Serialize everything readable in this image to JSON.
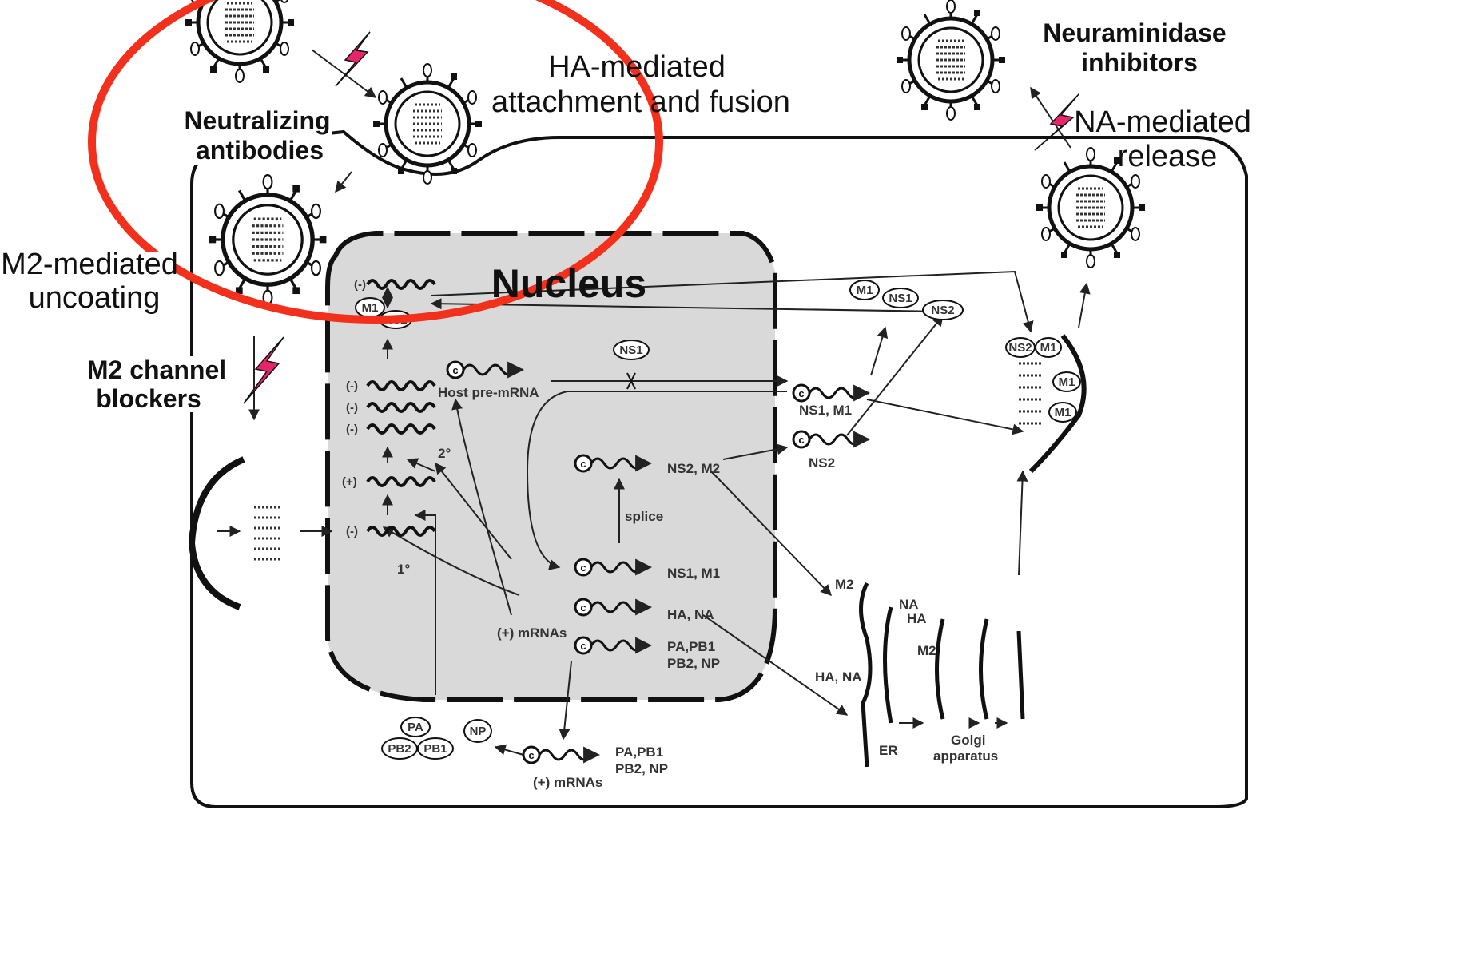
{
  "labels": {
    "ha_attach_1": "HA-mediated",
    "ha_attach_2": "attachment and fusion",
    "neutralizing_1": "Neutralizing",
    "neutralizing_2": "antibodies",
    "na_inhib_1": "Neuraminidase",
    "na_inhib_2": "inhibitors",
    "na_release_1": "NA-mediated",
    "na_release_2": "release",
    "m2_uncoat_1": "M2-mediated",
    "m2_uncoat_2": "uncoating",
    "m2_block_1": "M2 channel",
    "m2_block_2": "blockers",
    "nucleus": "Nucleus"
  },
  "inner": {
    "minus_rna": "(-)",
    "plus_rna": "(+)",
    "m1": "M1",
    "ns1": "NS1",
    "ns2": "NS2",
    "host_pre_mrna": "Host pre-mRNA",
    "c": "c",
    "ns1_m1": "NS1, M1",
    "ns2_label": "NS2",
    "ns2_m2": "NS2, M2",
    "splice": "splice",
    "ha_na": "HA, NA",
    "pa_pb1": "PA,PB1",
    "pb2_np": "PB2, NP",
    "plus_mrnas": "(+) mRNAs",
    "primary": "1°",
    "secondary": "2°",
    "pa": "PA",
    "pb2": "PB2",
    "pb1": "PB1",
    "np": "NP",
    "m2": "M2",
    "na": "NA",
    "ha": "HA",
    "er": "ER",
    "golgi_1": "Golgi",
    "golgi_2": "apparatus",
    "ha_na_er": "HA, NA"
  },
  "colors": {
    "highlight_circle": "#f2301b",
    "lightning": "#e8256a",
    "nucleus_fill": "#d9d9d9",
    "outline": "#111111"
  }
}
